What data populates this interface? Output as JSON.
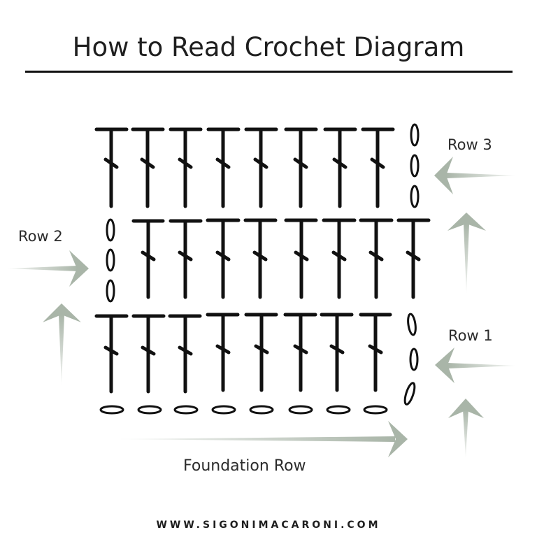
{
  "header": {
    "title": "How to Read Crochet Diagram"
  },
  "diagram": {
    "stitch_symbol": "double-crochet",
    "chain_symbol": "chain",
    "arrow_color": "#a9b5a8",
    "stitch_color": "#111111",
    "rows": [
      {
        "name": "Foundation Row",
        "chains": 8,
        "direction": "left-to-right"
      },
      {
        "name": "Row 1",
        "turning_chains": 3,
        "stitches": 8,
        "direction": "right-to-left"
      },
      {
        "name": "Row 2",
        "turning_chains": 3,
        "stitches": 8,
        "direction": "left-to-right"
      },
      {
        "name": "Row 3",
        "turning_chains": 3,
        "stitches": 8,
        "direction": "right-to-left"
      }
    ]
  },
  "labels": {
    "row3": "Row 3",
    "row2": "Row 2",
    "row1": "Row 1",
    "foundation": "Foundation Row"
  },
  "footer": {
    "website": "WWW.SIGONIMACARONI.COM"
  }
}
